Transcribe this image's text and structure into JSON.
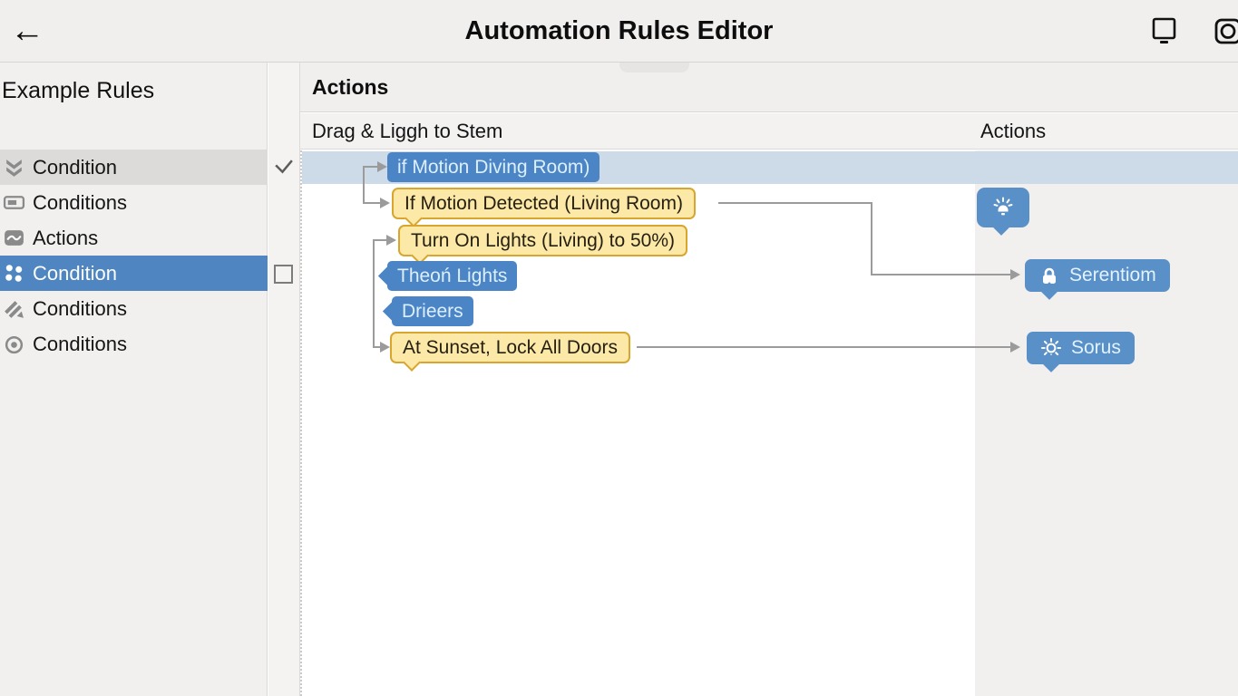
{
  "app": {
    "title": "Automation Rules Editor"
  },
  "topbar": {
    "back_label": "←",
    "icons": [
      "monitor-icon",
      "camera-icon"
    ]
  },
  "sidebar": {
    "title": "Example Rules",
    "items": [
      {
        "label": "Condition",
        "icon": "double-chevron-down-icon",
        "state": "hovered"
      },
      {
        "label": "Conditions",
        "icon": "button-icon",
        "state": "normal"
      },
      {
        "label": "Actions",
        "icon": "wave-icon",
        "state": "normal"
      },
      {
        "label": "Condition",
        "icon": "category-icon",
        "state": "selected"
      },
      {
        "label": "Conditions",
        "icon": "diagonal-icon",
        "state": "normal"
      },
      {
        "label": "Conditions",
        "icon": "target-icon",
        "state": "normal"
      }
    ],
    "check_indicator": "check-icon",
    "checkbox_state": "unchecked"
  },
  "main": {
    "section_header": "Actions",
    "columns": {
      "left": "Drag & Liggh to Stem",
      "right": "Actions"
    }
  },
  "canvas": {
    "trigger_nodes": [
      {
        "label": "if Motion Diving Room)",
        "style": "blue",
        "selected": true
      },
      {
        "label": "If Motion Detected (Living Room)",
        "style": "yellow"
      },
      {
        "label": "Turn On Lights (Living) to 50%)",
        "style": "yellow"
      },
      {
        "label": "Theoń Lights",
        "style": "blue"
      },
      {
        "label": "Drieers",
        "style": "blue"
      },
      {
        "label": "At Sunset, Lock All Doors",
        "style": "yellow"
      }
    ],
    "action_nodes": [
      {
        "label": "",
        "icon": "alarm-bell-icon"
      },
      {
        "label": "Serentiom",
        "icon": "lock-icon"
      },
      {
        "label": "Sorus",
        "icon": "sun-icon"
      }
    ]
  },
  "colors": {
    "node_blue": "#4c85c5",
    "node_yellow_fill": "#fce9a8",
    "node_yellow_border": "#d8a62e",
    "selected_row_blue": "#4f86c1",
    "canvas_highlight": "#cddbe9",
    "connector_gray": "#9b9b9b",
    "panel_gray": "#f1f0ef"
  }
}
